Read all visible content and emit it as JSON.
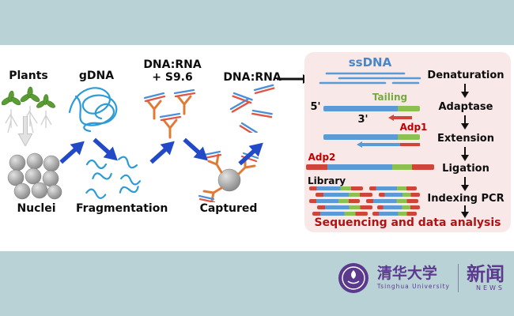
{
  "flow": {
    "plants": "Plants",
    "gdna": "gDNA",
    "s96_line1": "DNA:RNA",
    "s96_line2": "+ S9.6",
    "dnarna": "DNA:RNA",
    "nuclei": "Nuclei",
    "fragmentation": "Fragmentation",
    "captured": "Captured"
  },
  "panel": {
    "ssdna": "ssDNA",
    "tailing": "Tailing",
    "five_prime": "5'",
    "three_prime": "3'",
    "adp1": "Adp1",
    "adp2": "Adp2",
    "library": "Library",
    "steps": [
      "Denaturation",
      "Adaptase",
      "Extension",
      "Ligation",
      "Indexing PCR"
    ],
    "footer": "Sequencing and data analysis"
  },
  "branding": {
    "university_name_cn": "清华大学",
    "university_name_en": "Tsinghua University",
    "news_cn": "新闻",
    "news_en": "NEWS"
  },
  "colors": {
    "band": "#b9d2d6",
    "panel_bg": "#f8e8e8",
    "arrow_blue": "#2149c8",
    "bar_blue": "#5b9bd5",
    "bar_green": "#8cc152",
    "bar_red": "#d0453a",
    "accent_red": "#c00000",
    "footer_red": "#b01313",
    "logo_purple": "#5b3a8e"
  }
}
